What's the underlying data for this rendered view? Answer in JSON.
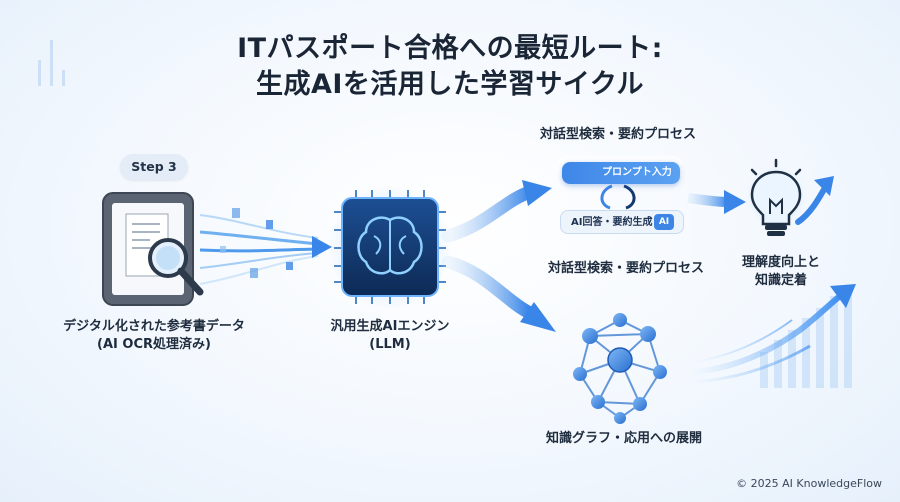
{
  "title": {
    "line1": "ITパスポート合格への最短ルート:",
    "line2": "生成AIを活用した学習サイクル"
  },
  "step_badge": "Step 3",
  "nodes": {
    "document": {
      "line1": "デジタル化された参考書データ",
      "line2": "(AI OCR処理済み)",
      "icon": "document-magnifier-icon"
    },
    "llm": {
      "line1": "汎用生成AIエンジン",
      "line2": "(LLM)",
      "icon": "brain-chip-icon"
    },
    "dialog": {
      "label_top": "対話型検索・要約プロセス",
      "label_bottom": "対話型検索・要約プロセス",
      "chip_prompt": "プロンプト入力",
      "chip_answer": "AI回答・要約生成",
      "ai_tag": "AI",
      "icon": "chat-bubbles-icon"
    },
    "understanding": {
      "line1": "理解度向上と",
      "line2": "知識定着",
      "icon": "lightbulb-icon"
    },
    "graph": {
      "label": "知識グラフ・応用への展開",
      "icon": "network-graph-icon"
    }
  },
  "copyright": "© 2025 AI KnowledgeFlow",
  "colors": {
    "accent": "#3d86e6",
    "dark_blue": "#1d3f7a",
    "chip_dark": "#123a70"
  }
}
